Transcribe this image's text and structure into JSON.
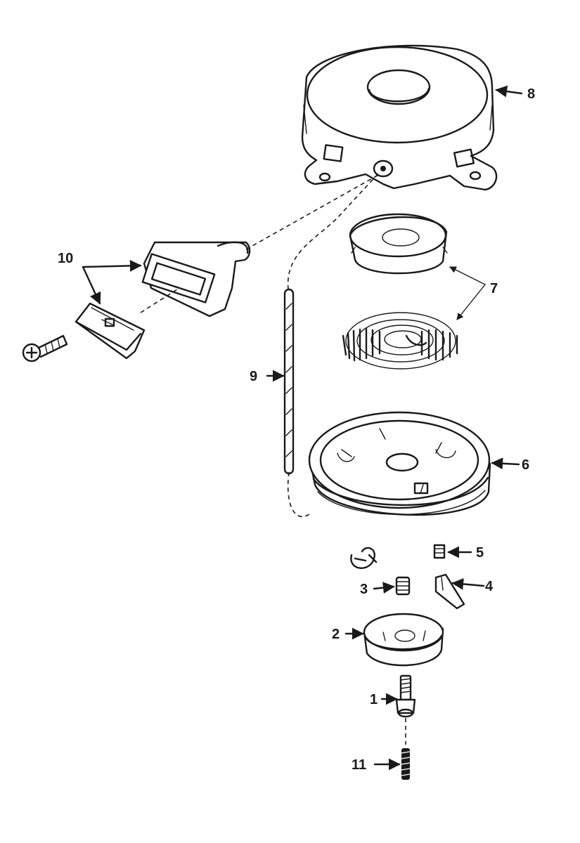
{
  "callouts": {
    "part_1": "1",
    "part_2": "2",
    "part_3": "3",
    "part_4": "4",
    "part_5": "5",
    "part_6": "6",
    "part_7": "7",
    "part_8": "8",
    "part_9": "9",
    "part_10": "10",
    "part_11": "11"
  },
  "colors": {
    "ink": "#1a1a1a",
    "paper": "#ffffff"
  }
}
